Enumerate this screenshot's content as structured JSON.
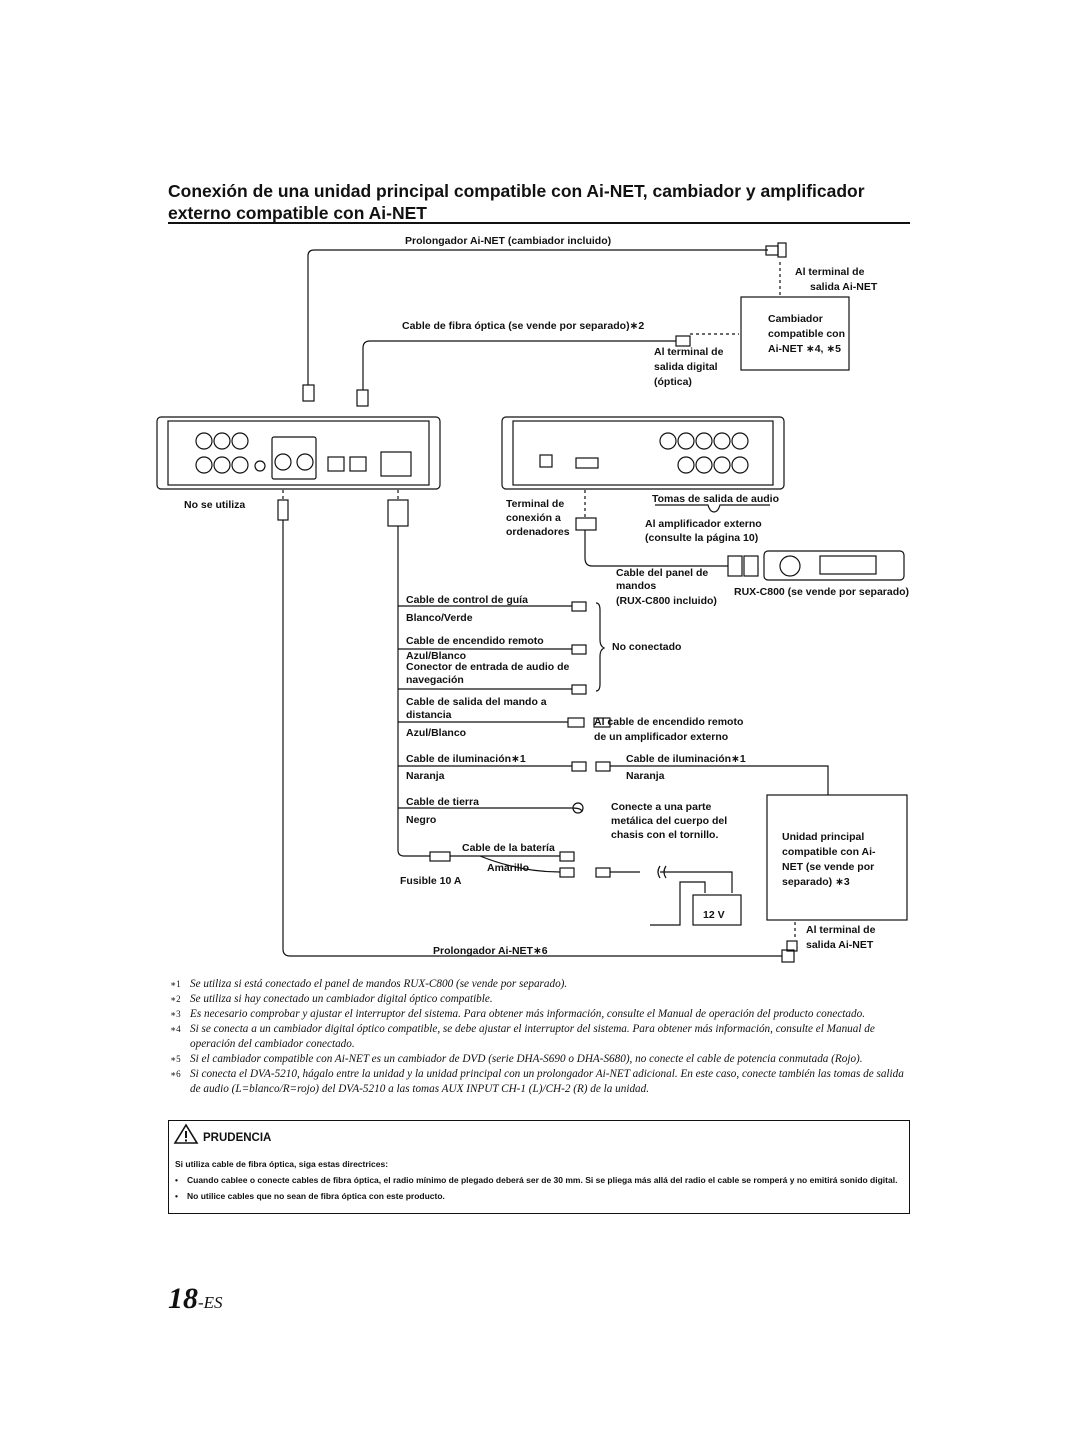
{
  "title": "Conexión de una unidad principal compatible con Ai-NET, cambiador y amplificador externo compatible con Ai-NET",
  "labels": {
    "prolongador_top": "Prolongador Ai-NET (cambiador incluido)",
    "terminal_salida_ainet_1": "Al terminal de",
    "terminal_salida_ainet_2": "salida Ai-NET",
    "cambiador_1": "Cambiador",
    "cambiador_2": "compatible con",
    "cambiador_3": "Ai-NET ∗4, ∗5",
    "fibra": "Cable de fibra óptica (se vende por separado)∗2",
    "digital_1": "Al terminal de",
    "digital_2": "salida digital",
    "digital_3": "(óptica)",
    "no_utiliza": "No se utiliza",
    "terminal_pc_1": "Terminal de",
    "terminal_pc_2": "conexión a",
    "terminal_pc_3": "ordenadores",
    "tomas_audio": "Tomas de salida de audio",
    "amp_ext_1": "Al amplificador externo",
    "amp_ext_2": "(consulte la página 10)",
    "panel_1": "Cable del panel de",
    "panel_2": "mandos",
    "panel_3": "(RUX-C800 incluido)",
    "rux": "RUX-C800 (se vende por separado)",
    "guia": "Cable de control de guía",
    "blanco_verde": "Blanco/Verde",
    "encendido": "Cable de encendido remoto",
    "azul_blanco_1": "Azul/Blanco",
    "nav_1": "Conector de entrada de audio de",
    "nav_2": "navegación",
    "no_conectado": "No conectado",
    "mando_1": "Cable de salida del mando a",
    "mando_2": "distancia",
    "azul_blanco_2": "Azul/Blanco",
    "enc_amp_1": "Al cable de encendido remoto",
    "enc_amp_2": "de un amplificador externo",
    "ilum_l": "Cable de iluminación∗1",
    "naranja_l": "Naranja",
    "ilum_r": "Cable de iluminación∗1",
    "naranja_r": "Naranja",
    "tierra": "Cable de tierra",
    "negro": "Negro",
    "chasis_1": "Conecte a una parte",
    "chasis_2": "metálica del cuerpo del",
    "chasis_3": "chasis con el tornillo.",
    "bateria": "Cable de la batería",
    "amarillo": "Amarillo",
    "fusible": "Fusible 10 A",
    "volt": "12 V",
    "unidad_1": "Unidad principal",
    "unidad_2": "compatible con Ai-",
    "unidad_3": "NET (se vende por",
    "unidad_4": "separado) ∗3",
    "term_unidad_1": "Al terminal de",
    "term_unidad_2": "salida Ai-NET",
    "prolongador_bottom": "Prolongador Ai-NET∗6"
  },
  "notes": [
    {
      "mark": "∗1",
      "text": "Se utiliza si está conectado el panel de mandos RUX-C800 (se vende por separado)."
    },
    {
      "mark": "∗2",
      "text": "Se utiliza si hay conectado un cambiador digital óptico compatible."
    },
    {
      "mark": "∗3",
      "text": "Es necesario comprobar y ajustar el interruptor del sistema. Para obtener más información, consulte el Manual de operación del producto conectado."
    },
    {
      "mark": "∗4",
      "text": "Si se conecta a un cambiador digital óptico compatible, se debe ajustar el interruptor del sistema. Para obtener más información, consulte el Manual de operación del cambiador conectado."
    },
    {
      "mark": "∗5",
      "text": "Si el cambiador compatible con Ai-NET es un cambiador de DVD (serie DHA-S690 o DHA-S680), no conecte el cable de potencia conmutada (Rojo)."
    },
    {
      "mark": "∗6",
      "text": "Si conecta el DVA-5210, hágalo entre la unidad y la unidad principal con un prolongador Ai-NET adicional. En este caso, conecte también las tomas de salida de audio (L=blanco/R=rojo) del DVA-5210 a las tomas AUX INPUT CH-1 (L)/CH-2 (R) de la unidad."
    }
  ],
  "caution": {
    "heading": "PRUDENCIA",
    "intro": "Si utiliza cable de fibra óptica, siga estas directrices:",
    "items": [
      "Cuando cablee o conecte cables de fibra óptica, el radio mínimo de plegado deberá ser de 30 mm. Si se pliega más allá del radio el cable se romperá y no emitirá sonido digital.",
      "No utilice cables que no sean de fibra óptica con este producto."
    ]
  },
  "page": {
    "number": "18",
    "suffix": "-ES"
  }
}
